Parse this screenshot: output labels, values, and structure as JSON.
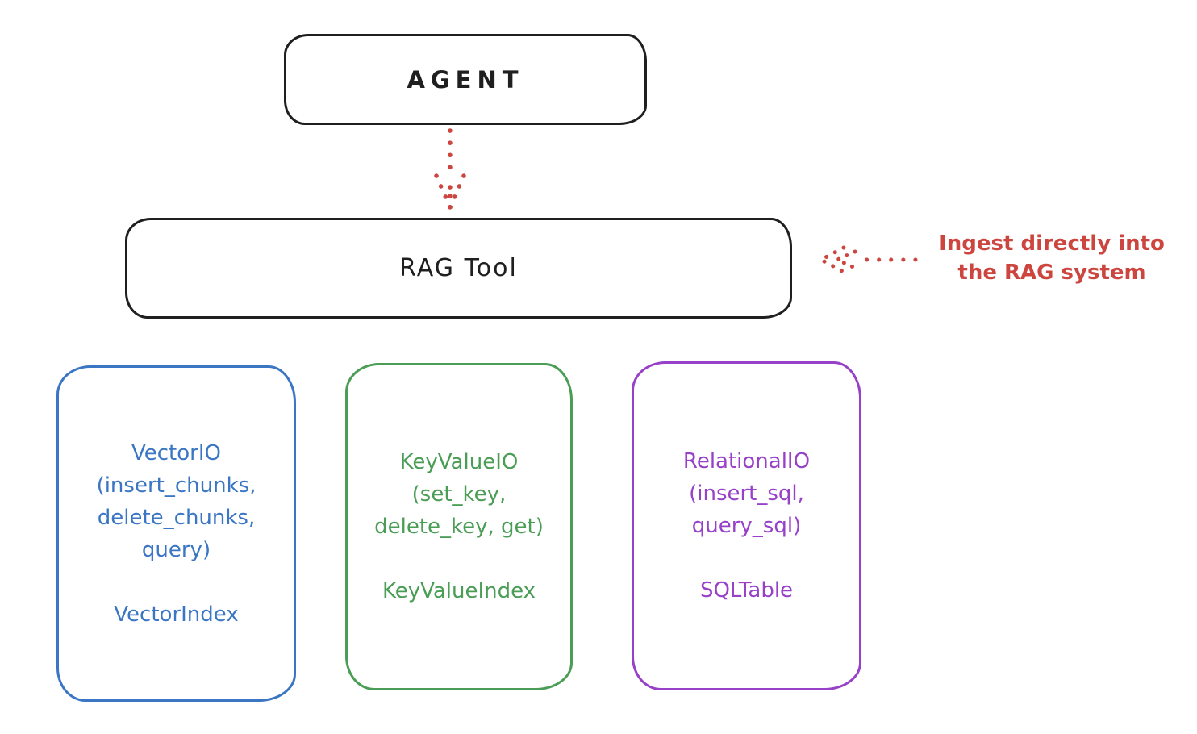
{
  "colors": {
    "ink": "#1f1f1f",
    "accent_red": "#cc453e",
    "vector_blue": "#3a76c3",
    "keyvalue_green": "#4a9d55",
    "relational_purple": "#9741c9",
    "background": "#ffffff"
  },
  "diagram": {
    "agent": {
      "label": "AGENT"
    },
    "rag_tool": {
      "label": "RAG Tool"
    },
    "annotation": {
      "text": "Ingest directly into\nthe RAG system"
    },
    "arrows": [
      {
        "id": "agent-to-rag",
        "style": "dotted",
        "color": "#cc453e",
        "direction": "down"
      },
      {
        "id": "annotation-to-rag",
        "style": "dotted",
        "color": "#cc453e",
        "direction": "left"
      }
    ],
    "backends": [
      {
        "id": "vector",
        "color": "#3a76c3",
        "methods": "VectorIO\n(insert_chunks,\ndelete_chunks,\nquery)",
        "index": "VectorIndex"
      },
      {
        "id": "keyvalue",
        "color": "#4a9d55",
        "methods": "KeyValueIO\n(set_key,\ndelete_key, get)",
        "index": "KeyValueIndex"
      },
      {
        "id": "relational",
        "color": "#9741c9",
        "methods": "RelationalIO\n(insert_sql,\nquery_sql)",
        "index": "SQLTable"
      }
    ]
  }
}
